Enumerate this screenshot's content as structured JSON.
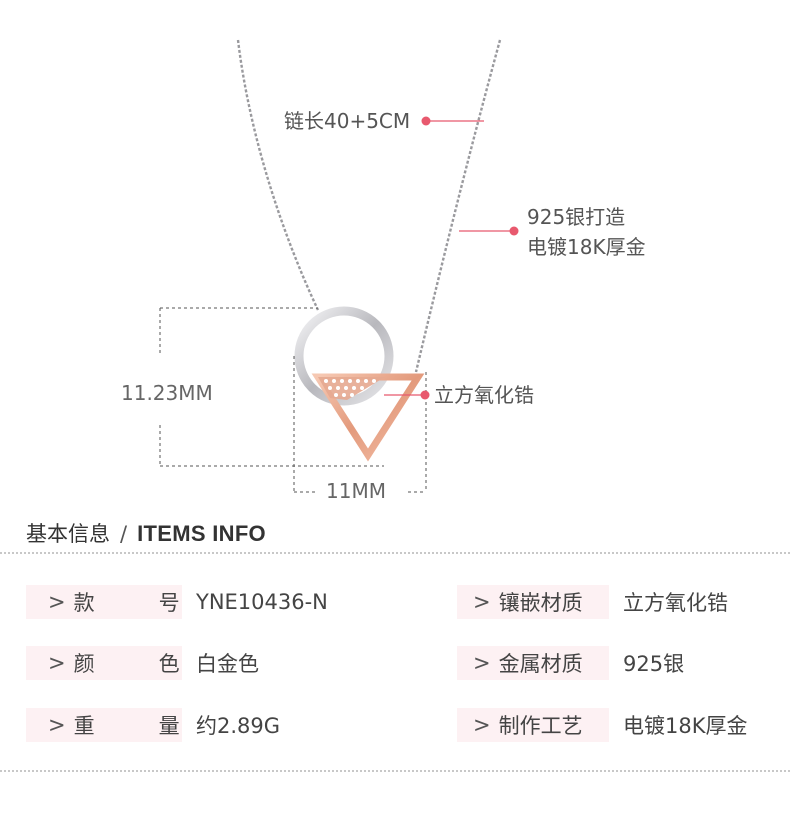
{
  "callouts": {
    "chain_length": "链长40+5CM",
    "material_line1": "925银打造",
    "material_line2": "电镀18K厚金",
    "stone": "立方氧化锆"
  },
  "dimensions": {
    "height": "11.23MM",
    "width": "11MM"
  },
  "info": {
    "heading_cn": "基本信息",
    "heading_sep": "/",
    "heading_en": "ITEMS INFO",
    "chevron": ">",
    "left": [
      {
        "label_a": "款",
        "label_b": "号",
        "value": "YNE10436-N"
      },
      {
        "label_a": "颜",
        "label_b": "色",
        "value": "白金色"
      },
      {
        "label_a": "重",
        "label_b": "量",
        "value": "约2.89G"
      }
    ],
    "right": [
      {
        "label": "镶嵌材质",
        "value": "立方氧化锆"
      },
      {
        "label": "金属材质",
        "value": "925银"
      },
      {
        "label": "制作工艺",
        "value": "电镀18K厚金"
      }
    ]
  },
  "colors": {
    "accent": "#e8596e",
    "rose_gold": "#e8a98f",
    "silver": "#c4c4c8",
    "label_bg": "#fdf1f3"
  }
}
